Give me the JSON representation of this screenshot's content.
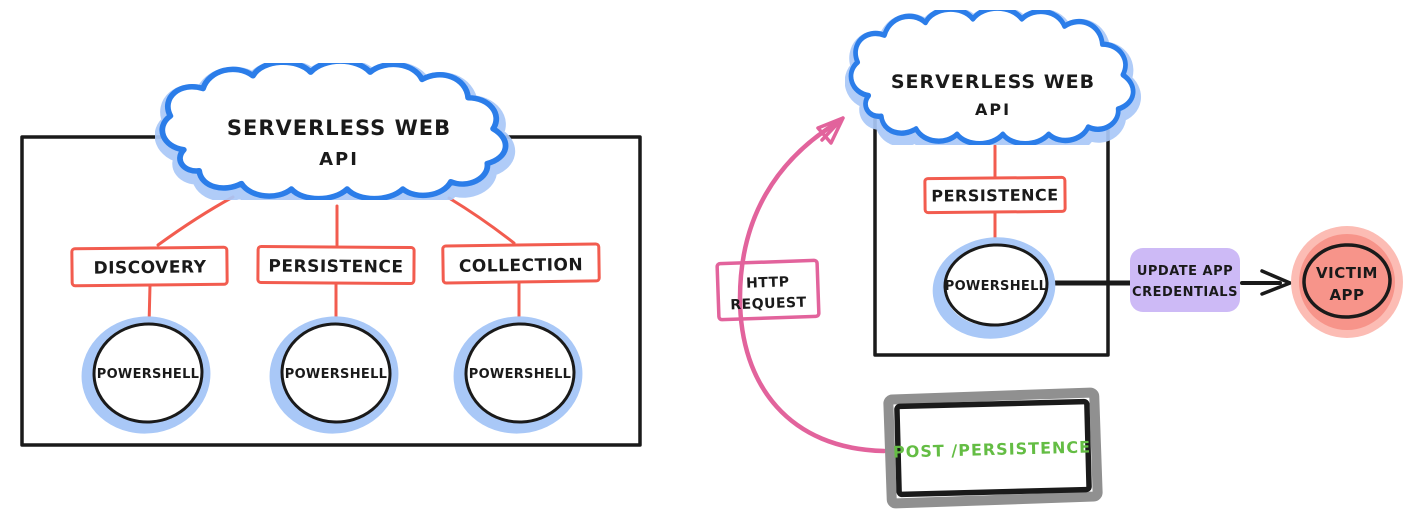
{
  "diagram": {
    "left": {
      "cloud": {
        "line1": "SERVERLESS WEB",
        "line2": "API"
      },
      "tactics": [
        {
          "label": "DISCOVERY"
        },
        {
          "label": "PERSISTENCE"
        },
        {
          "label": "COLLECTION"
        }
      ],
      "powershell_label": "POWERSHELL"
    },
    "right": {
      "cloud": {
        "line1": "SERVERLESS WEB",
        "line2": "API"
      },
      "tactic_label": "PERSISTENCE",
      "powershell_label": "POWERSHELL",
      "http_request": {
        "line1": "HTTP",
        "line2": "REQUEST"
      },
      "post_box_label": "POST /PERSISTENCE",
      "update_credentials": {
        "line1": "UPDATE APP",
        "line2": "CREDENTIALS"
      },
      "victim": {
        "line1": "VICTIM",
        "line2": "APP"
      }
    },
    "colors": {
      "cloud_blue": "#2b7de9",
      "cloud_halo_blue": "#a9c8f7",
      "accent_red": "#f25c4f",
      "pink": "#e2639c",
      "purple_fill": "#cdbaf6",
      "victim_red_fill": "#f7948a",
      "victim_red_halo": "#fcbcb4",
      "green_text": "#64bd44",
      "ink_black": "#1a1a1a",
      "shadow_gray": "#909090"
    }
  }
}
